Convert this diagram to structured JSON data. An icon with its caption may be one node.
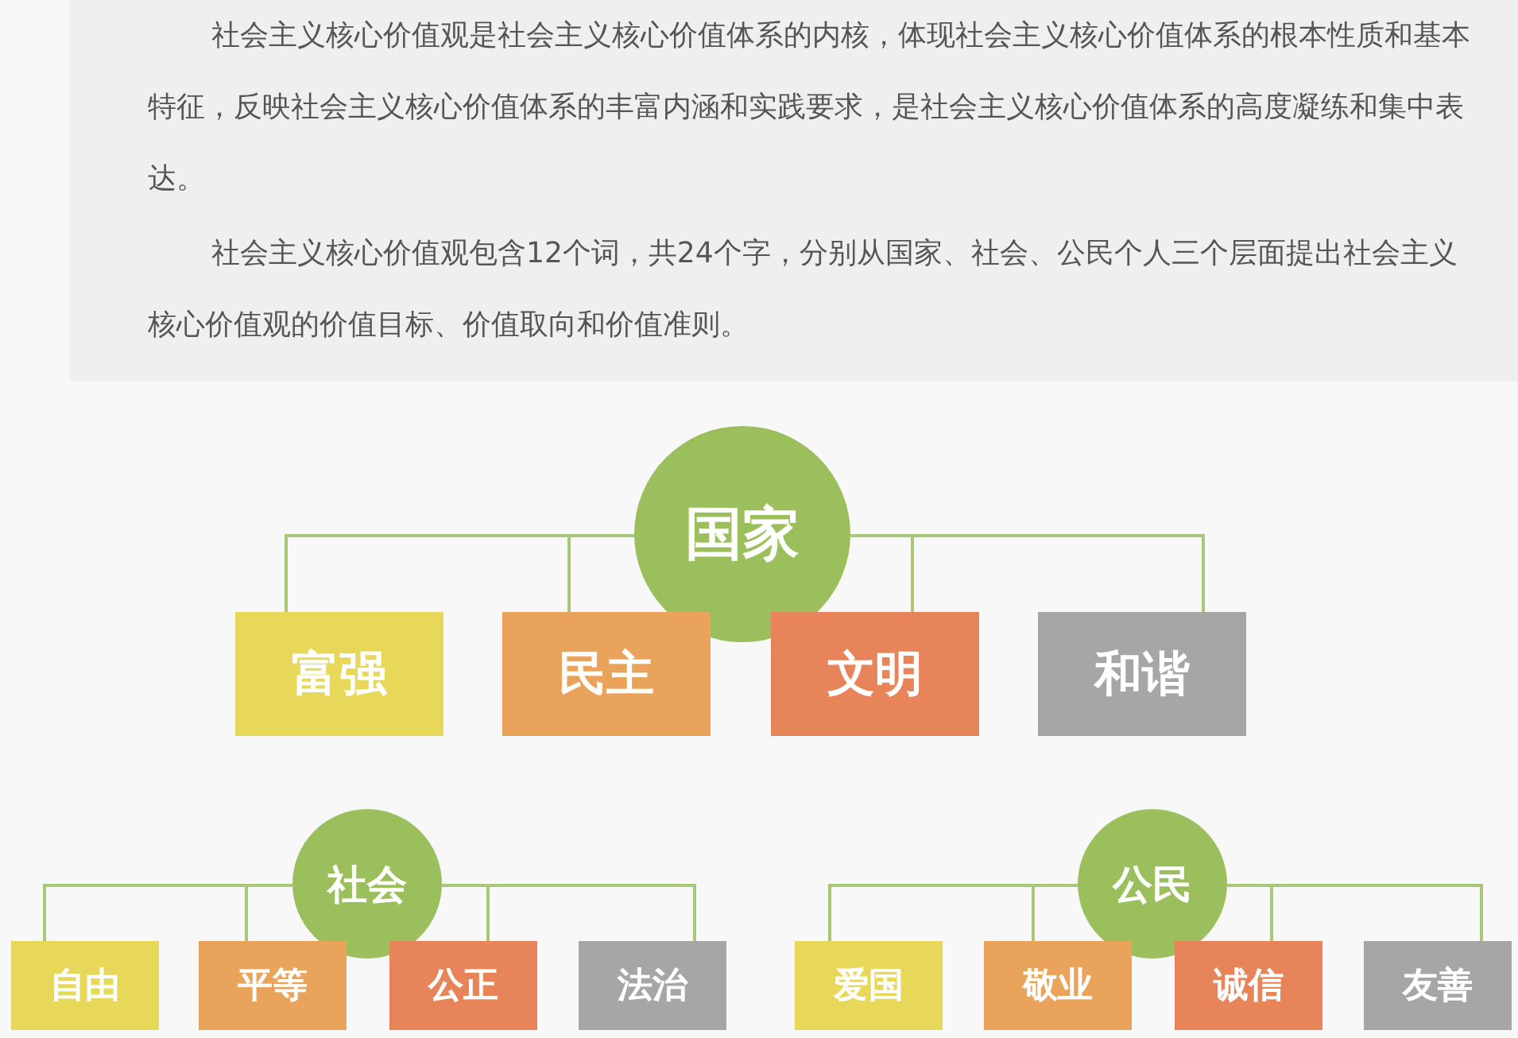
{
  "diagram": {
    "nodes": [
      {
        "text": [
          "国家"
        ]
      },
      {
        "text": [
          "富强"
        ]
      },
      {
        "text": [
          "民主"
        ]
      },
      {
        "text": [
          "文明"
        ]
      },
      {
        "text": [
          "和谐"
        ]
      },
      {
        "text": [
          "社会"
        ]
      },
      {
        "text": [
          "自由"
        ]
      },
      {
        "text": [
          "平等"
        ]
      },
      {
        "text": [
          "公正"
        ]
      },
      {
        "text": [
          "法治"
        ]
      },
      {
        "text": [
          "公民"
        ]
      },
      {
        "text": [
          "爱国"
        ]
      },
      {
        "text": [
          "敬业"
        ]
      },
      {
        "text": [
          "诚信"
        ]
      },
      {
        "text": [
          "友善"
        ]
      }
    ],
    "edges": [
      {
        "from": 0,
        "to": 1,
        "arrow": "none"
      },
      {
        "from": 0,
        "to": 2,
        "arrow": "none"
      },
      {
        "from": 0,
        "to": 3,
        "arrow": "none"
      },
      {
        "from": 0,
        "to": 4,
        "arrow": "none"
      },
      {
        "from": 5,
        "to": 6,
        "arrow": "none"
      },
      {
        "from": 5,
        "to": 7,
        "arrow": "none"
      },
      {
        "from": 5,
        "to": 8,
        "arrow": "none"
      },
      {
        "from": 5,
        "to": 9,
        "arrow": "none"
      },
      {
        "from": 10,
        "to": 11,
        "arrow": "none"
      },
      {
        "from": 10,
        "to": 12,
        "arrow": "none"
      },
      {
        "from": 10,
        "to": 13,
        "arrow": "none"
      },
      {
        "from": 10,
        "to": 14,
        "arrow": "none"
      }
    ],
    "labels": [
      "社会主义核心价值观是社会主义核心价值体系的内核，体现社会主义核心价值体系的根本性质和基本特征，反映社会主义核心价值体系的丰富内涵和实践要求，是社会主义核心价值体系的高度凝练和集中表达。",
      "社会主义核心价值观包含12个词，共24个字，分别从国家、社会、公民个人三个层面提出社会主义核心价值观的价值目标、价值取向和价值准则。"
    ]
  }
}
